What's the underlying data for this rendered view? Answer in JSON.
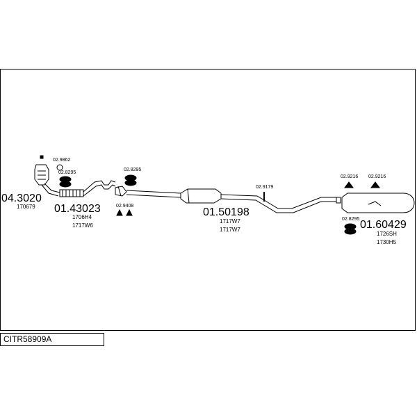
{
  "diagram_code": "CITR58909A",
  "parts": {
    "catalyst": {
      "number": "04.3020",
      "ref": "170679"
    },
    "front_pipe": {
      "number": "01.43023",
      "refs": [
        "1706H4",
        "1717W6"
      ]
    },
    "middle_silencer": {
      "number": "01.50198",
      "refs": [
        "1717W7",
        "1717W7"
      ]
    },
    "rear_silencer": {
      "number": "01.60429",
      "refs": [
        "1726SH",
        "1730H5"
      ]
    }
  },
  "fittings": {
    "f1": "02.9862",
    "f2": "02.8295",
    "f3": "02.8295",
    "f4": "02.9408",
    "f5": "02.9179",
    "f6": "02.9216",
    "f7": "02.9216",
    "f8": "02.8295"
  },
  "colors": {
    "line": "#000000",
    "background": "#ffffff"
  }
}
